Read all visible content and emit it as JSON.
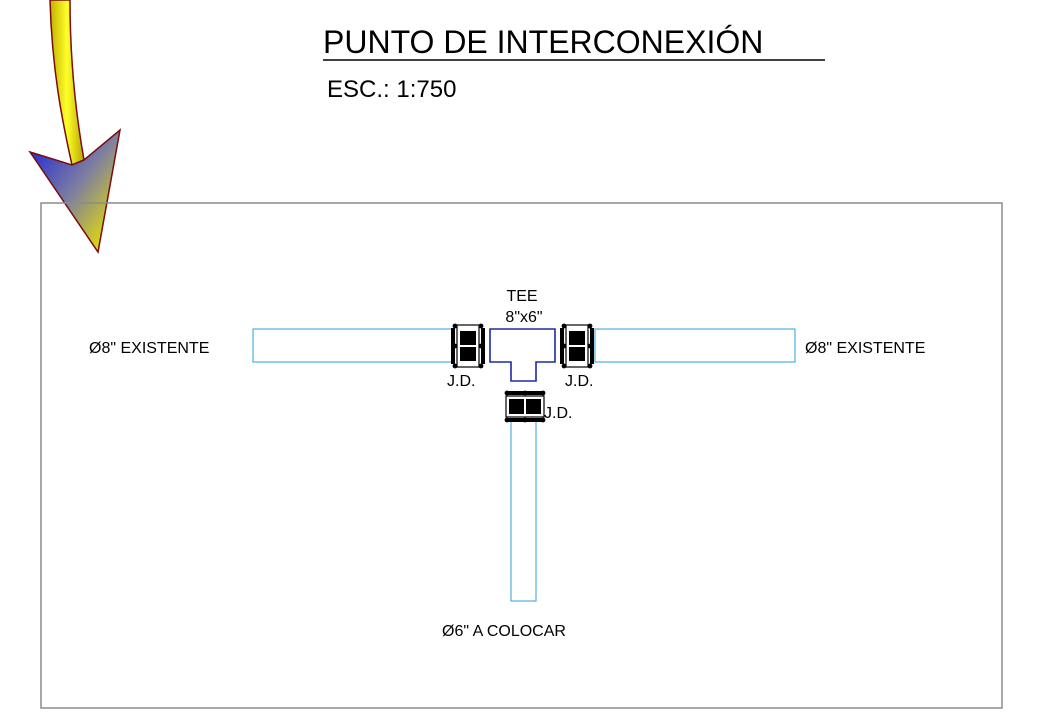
{
  "drawing": {
    "title": "PUNTO DE INTERCONEXIÓN",
    "scale": "ESC.: 1:750"
  },
  "labels": {
    "tee_line1": "TEE",
    "tee_line2": "8\"x6\"",
    "pipe_left": "Ø8\" EXISTENTE",
    "pipe_right": "Ø8\" EXISTENTE",
    "pipe_bottom": "Ø6\" A COLOCAR",
    "joint_left": "J.D.",
    "joint_right": "J.D.",
    "joint_bottom": "J.D."
  },
  "colors": {
    "existing_pipe": "#5bb6df",
    "tee": "#1b2aa8",
    "frame": "#8c8c8c",
    "arrow_blue": "#2b35c8",
    "arrow_yellow": "#e8e800",
    "arrow_outline": "#7a0c0c"
  },
  "icons": {
    "pointer": "arrow-down-left-icon",
    "joint": "dismantling-joint-icon"
  }
}
